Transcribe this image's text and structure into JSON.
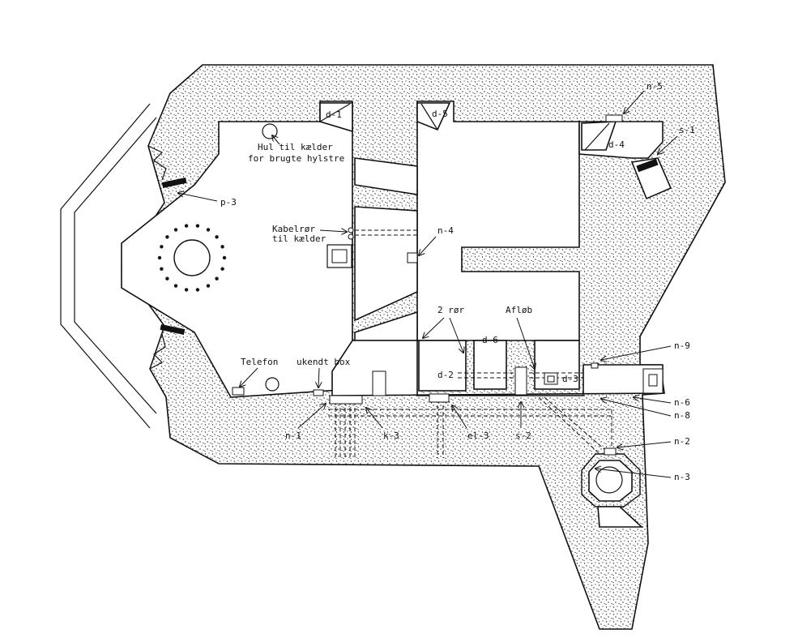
{
  "labels": {
    "hul1": "Hul til kælder",
    "hul2": "for brugte hylstre",
    "kabel1": "Kabelrør",
    "kabel2": "til kælder",
    "to_ror": "2 rør",
    "afloeb": "Afløb",
    "telefon": "Telefon",
    "ukendt_box": "ukendt box",
    "d1": "d-1",
    "d2": "d-2",
    "d3": "d-3",
    "d4": "d-4",
    "d5": "d-5",
    "d6": "d-6",
    "n1": "n-1",
    "n2": "n-2",
    "n3": "n-3",
    "n4": "n-4",
    "n5": "n-5",
    "n6": "n-6",
    "n8": "n-8",
    "n9": "n-9",
    "p3": "p-3",
    "s1": "s-1",
    "s2": "s-2",
    "k3": "k-3",
    "el3": "el-3"
  }
}
